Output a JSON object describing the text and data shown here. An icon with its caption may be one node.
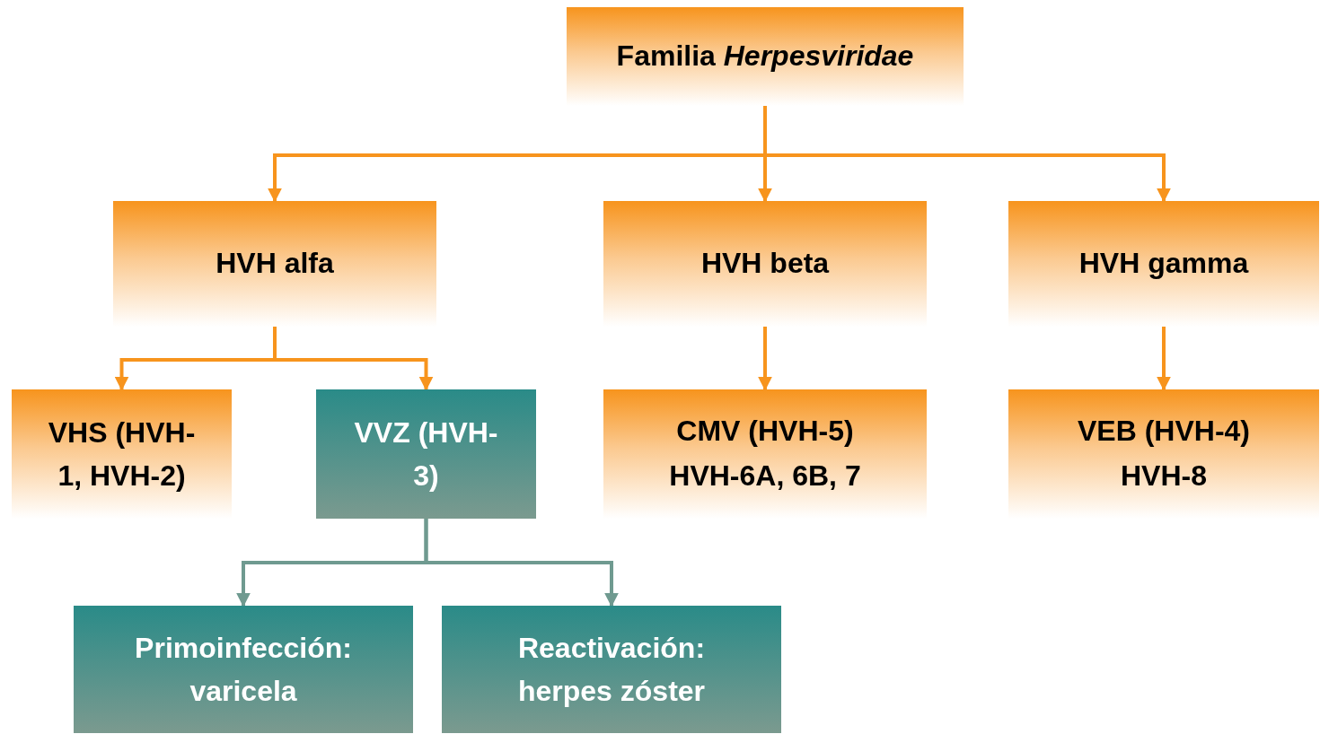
{
  "diagram": {
    "nodes": [
      {
        "text": [
          "Familia *Herpesviridae*"
        ]
      },
      {
        "text": [
          "HVH alfa"
        ]
      },
      {
        "text": [
          "HVH beta"
        ]
      },
      {
        "text": [
          "HVH gamma"
        ]
      },
      {
        "text": [
          "VHS (HVH-1, HVH-2)"
        ]
      },
      {
        "text": [
          "VVZ (HVH-3)"
        ]
      },
      {
        "text": [
          "CMV (HVH-5)",
          "HVH-6A, 6B, 7"
        ]
      },
      {
        "text": [
          "VEB (HVH-4)",
          "HVH-8"
        ]
      },
      {
        "text": [
          "Primoinfección: varicela"
        ]
      },
      {
        "text": [
          "Reactivación: herpes zóster"
        ]
      }
    ],
    "edges": [
      {
        "from": 0,
        "to": 1,
        "arrow": "to"
      },
      {
        "from": 0,
        "to": 2,
        "arrow": "to"
      },
      {
        "from": 0,
        "to": 3,
        "arrow": "to"
      },
      {
        "from": 1,
        "to": 4,
        "arrow": "to"
      },
      {
        "from": 1,
        "to": 5,
        "arrow": "to"
      },
      {
        "from": 2,
        "to": 6,
        "arrow": "to"
      },
      {
        "from": 3,
        "to": 7,
        "arrow": "to"
      },
      {
        "from": 5,
        "to": 8,
        "arrow": "to",
        "color": "#6f9a90"
      },
      {
        "from": 5,
        "to": 9,
        "arrow": "to",
        "color": "#6f9a90"
      }
    ]
  }
}
